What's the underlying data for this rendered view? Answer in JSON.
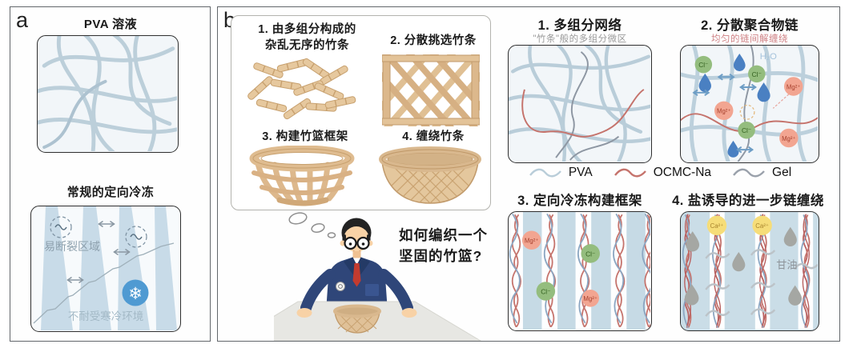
{
  "panel_a": {
    "label": "a",
    "solution_title": "PVA 溶液",
    "freezing_title": "常规的定向冷冻",
    "fragile_zone_label": "易断裂区域",
    "cold_env_label": "不耐受寒冷环境",
    "snowflake_icon": "❄"
  },
  "panel_b": {
    "label": "b",
    "basket_steps": [
      {
        "line1": "1. 由多组分构成的",
        "line2": "杂乱无序的竹条"
      },
      {
        "line1": "2. 分散挑选竹条",
        "line2": ""
      },
      {
        "line1": "3. 构建竹篮框架",
        "line2": ""
      },
      {
        "line1": "4. 缠绕竹条",
        "line2": ""
      }
    ],
    "question_line1": "如何编织一个",
    "question_line2": "坚固的竹篮?",
    "sections": [
      {
        "title": "1. 多组分网络",
        "subtitle": "\"竹条\"般的多组分微区"
      },
      {
        "title": "2. 分散聚合物链",
        "subtitle": "均匀的链间解缠绕"
      },
      {
        "title": "3. 定向冷冻构建框架",
        "subtitle": ""
      },
      {
        "title": "4. 盐诱导的进一步链缠绕",
        "subtitle": ""
      }
    ],
    "legend": [
      {
        "name": "PVA",
        "color": "#b9cdd9"
      },
      {
        "name": "OCMC-Na",
        "color": "#c5736c"
      },
      {
        "name": "Gel",
        "color": "#9aa1ab"
      }
    ],
    "labels": {
      "h2o": "H₂O",
      "cl": "Cl⁻",
      "mg": "Mg²⁺",
      "ca": "Ca²⁺",
      "glycerol": "甘油"
    }
  },
  "colors": {
    "pva_chain": "#b9cdd9",
    "ocmc_chain": "#c5736c",
    "gel_chain": "#9aa1ab",
    "ice_stripe": "#c6dae5",
    "water_drop": "#4a80c2",
    "cl_ion": "#94bd7e",
    "mg_ion": "#f2a591",
    "ca_ion": "#f6dd79",
    "bamboo": "#e4c79d",
    "suit": "#2f4679",
    "tie": "#c33b2f",
    "snowflake_bg": "#4f9ad2"
  }
}
